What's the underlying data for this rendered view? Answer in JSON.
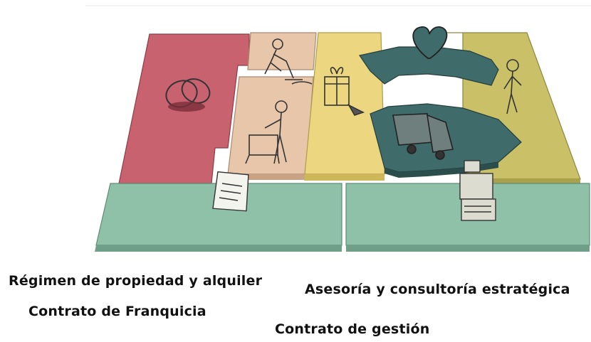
{
  "captions": {
    "property_regime": "Régimen de propiedad y alquiler",
    "strategic_consulting": "Asesoría y consultoría estratégica",
    "franchise_contract": "Contrato de Franquicia",
    "management_contract": "Contrato de gestión"
  },
  "colors": {
    "partners": "#c8626f",
    "activities": "#e8c6aa",
    "value_proposition": "#ecd680",
    "relationships": "#3f6b6a",
    "segments": "#c9c067",
    "cost_structure": "#8ec1a7",
    "revenue_streams": "#8ec1a7",
    "sketch": "#333333"
  },
  "icons": [
    "rings-icon",
    "digging-person-icon",
    "worker-at-bench-icon",
    "gift-box-icon",
    "heart-icon",
    "person-standing-icon",
    "delivery-truck-icon",
    "document-icon",
    "cash-register-icon"
  ]
}
